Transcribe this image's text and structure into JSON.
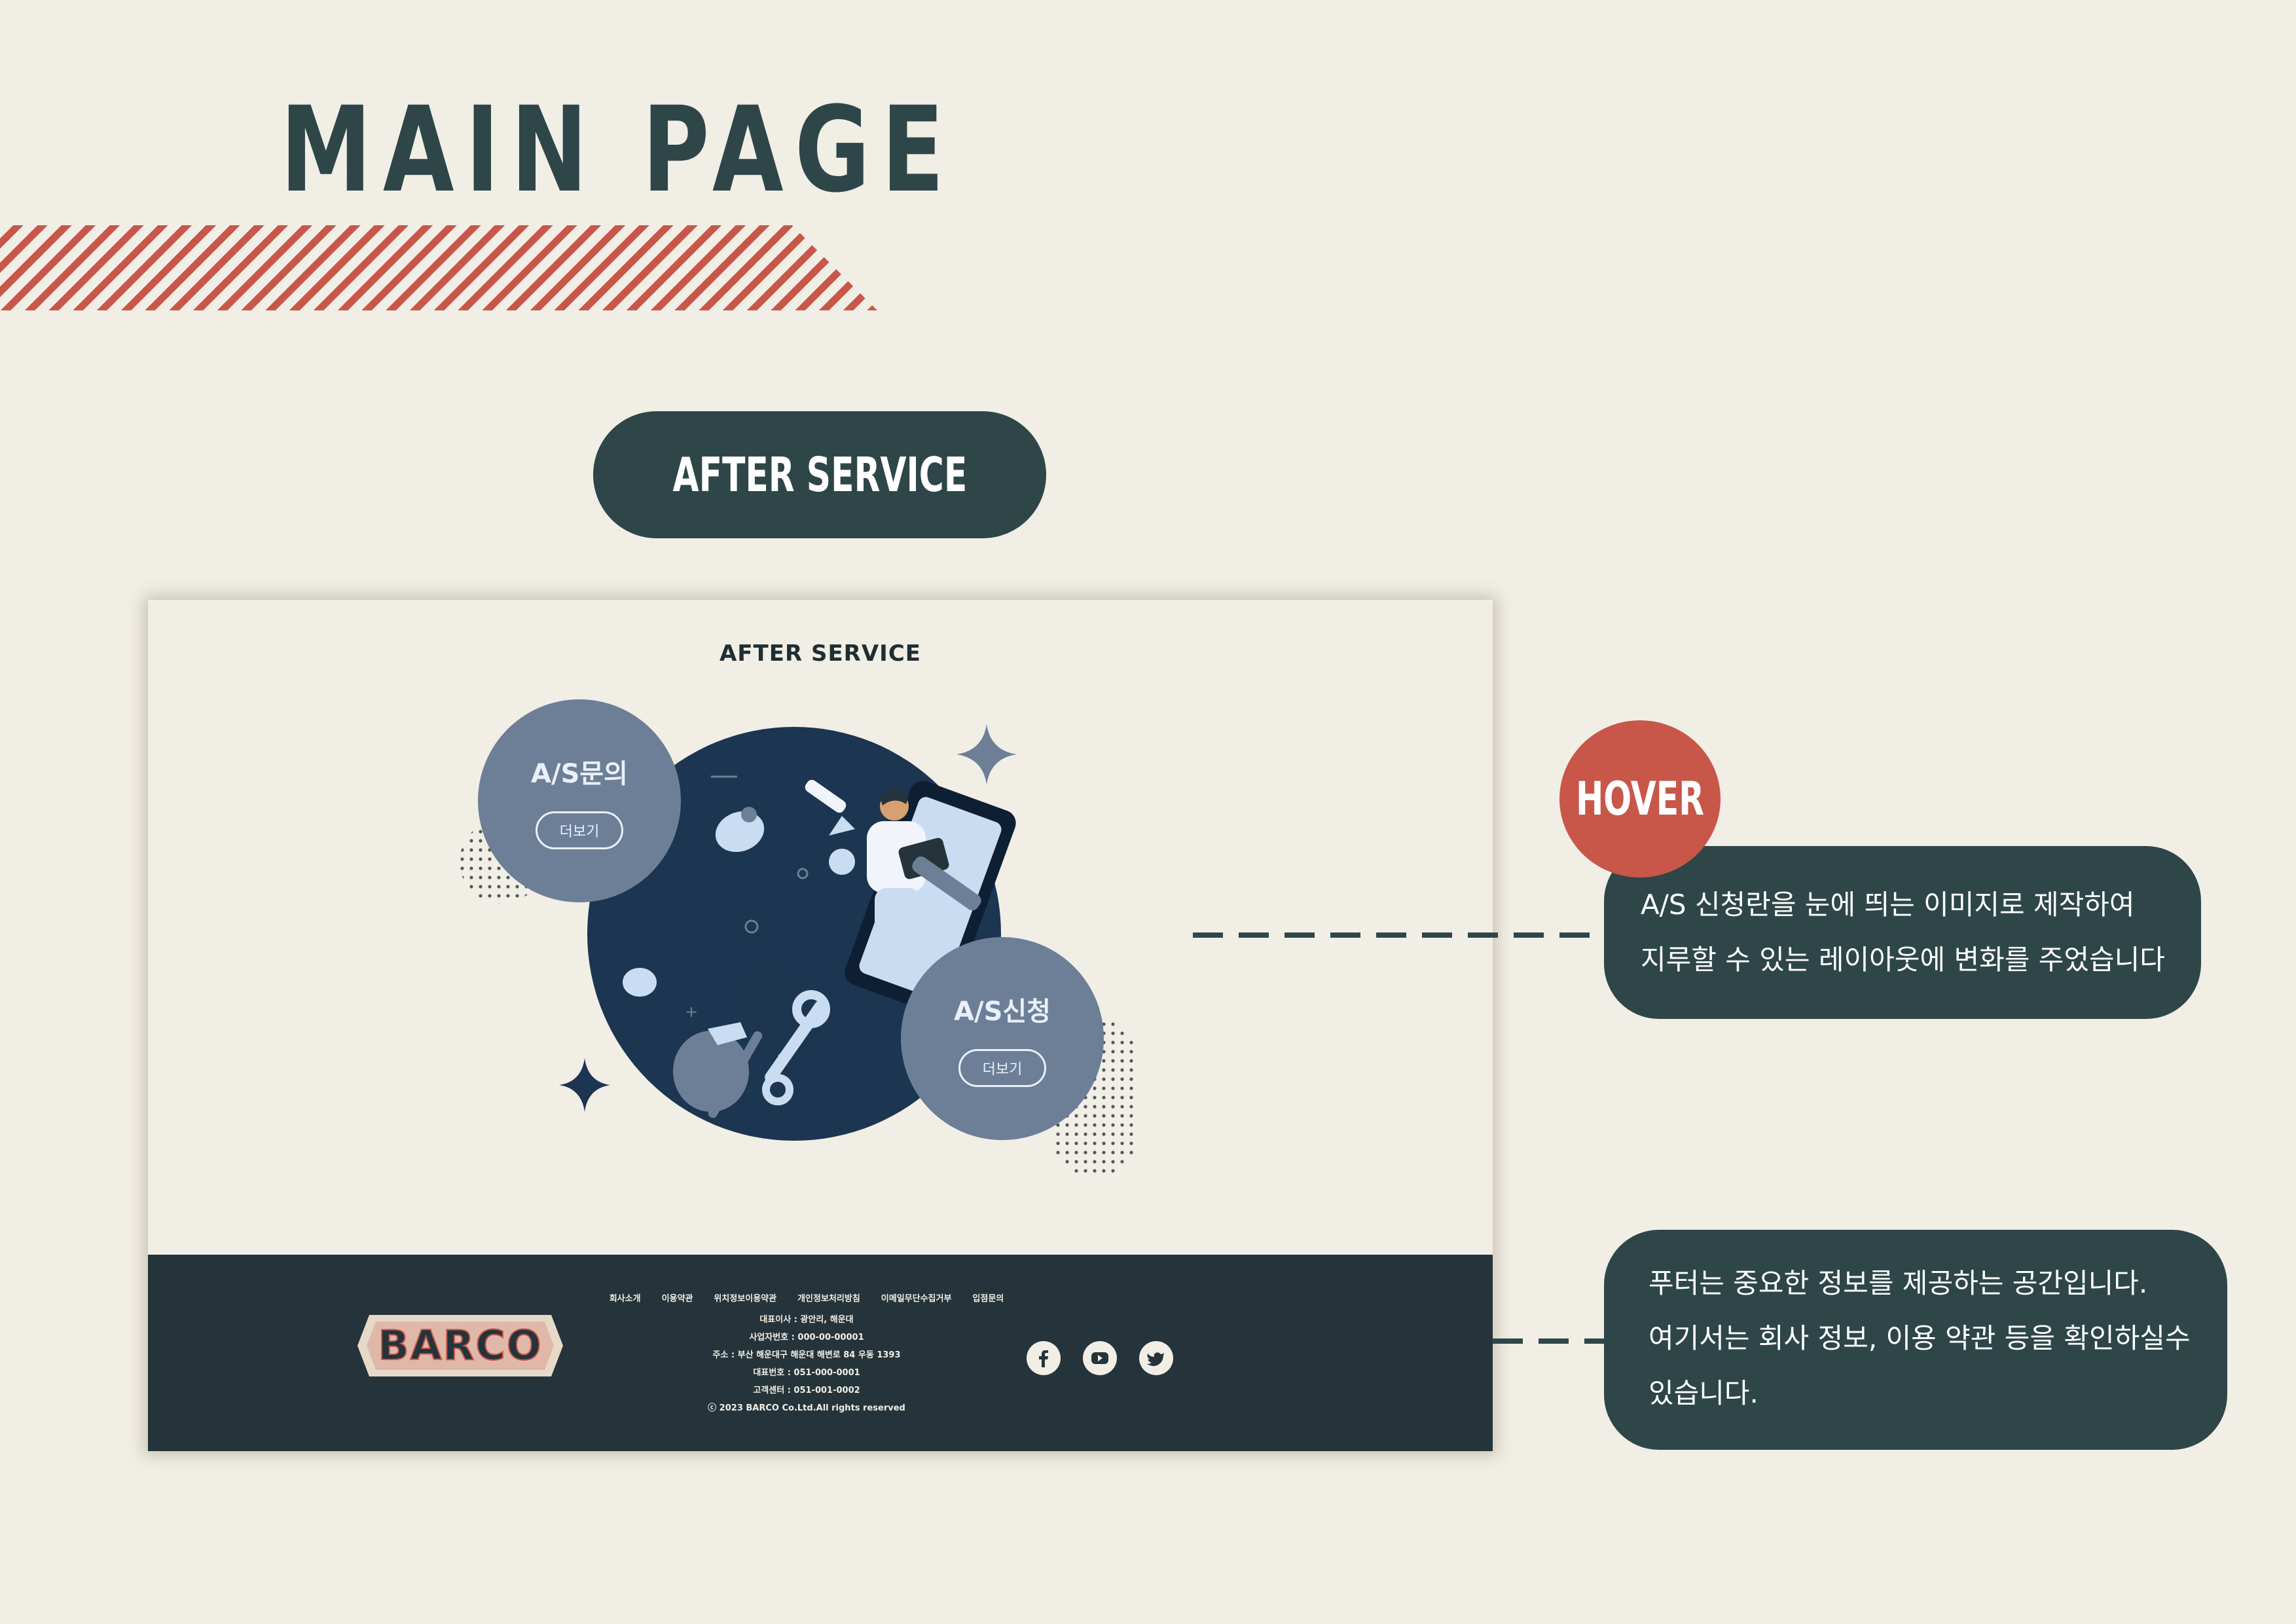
{
  "page": {
    "title": "MAIN PAGE",
    "section_pill": "AFTER SERVICE",
    "hover_badge": "HOVER"
  },
  "mockup": {
    "heading": "AFTER SERVICE",
    "bubbles": [
      {
        "label": "A/S문의",
        "button": "더보기"
      },
      {
        "label": "A/S신청",
        "button": "더보기"
      }
    ],
    "footer": {
      "logo_text": "BARCO",
      "nav": [
        "회사소개",
        "이용약관",
        "위치정보이용약관",
        "개인정보처리방침",
        "이메일무단수집거부",
        "입점문의"
      ],
      "info": [
        "대표이사 : 광안리, 해운대",
        "사업자번호 : 000-00-00001",
        "주소 : 부산 해운대구 해운대 해변로 84 우동 1393",
        "대표번호 : 051-000-0001",
        "고객센터 : 051-001-0002",
        "ⓒ 2023 BARCO Co.Ltd.All rights reserved"
      ],
      "social_icons": [
        "facebook-icon",
        "youtube-icon",
        "twitter-icon"
      ]
    }
  },
  "notes": {
    "hover_note": [
      "A/S 신청란을 눈에 띄는 이미지로 제작하여",
      "지루할 수 있는 레이아웃에 변화를 주었습니다"
    ],
    "footer_note": [
      "푸터는 중요한 정보를 제공하는 공간입니다.",
      "여기서는 회사 정보, 이용 약관 등을 확인하실수",
      "있습니다."
    ]
  },
  "colors": {
    "background": "#f1eee6",
    "dark_teal": "#2e4648",
    "accent_red": "#c8574a",
    "footer_bg": "#25343a",
    "bubble": "#6d7f97",
    "navy_circle": "#1c3550"
  }
}
